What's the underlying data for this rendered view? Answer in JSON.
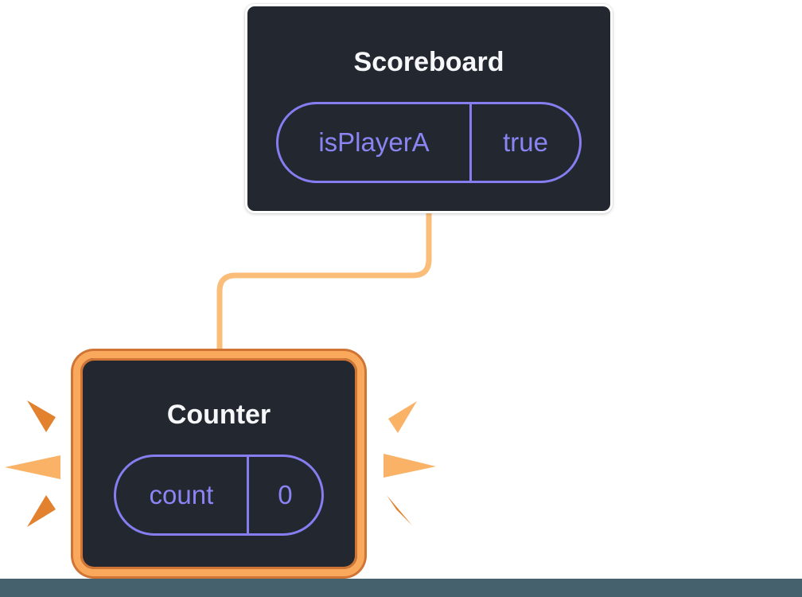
{
  "diagram": {
    "parent_node": {
      "title": "Scoreboard",
      "state": {
        "name": "isPlayerA",
        "value": "true"
      }
    },
    "child_node": {
      "title": "Counter",
      "state": {
        "name": "count",
        "value": "0"
      }
    },
    "colors": {
      "node_background": "#23272f",
      "node_border_default": "#ffffff",
      "state_accent_purple": "#867ef0",
      "state_text_purple": "#8b84f3",
      "highlight_border_orange": "#f9a85c",
      "highlight_outline_dark_orange": "#cf7434",
      "connector_orange": "#fbbd7a",
      "burst_dark_orange": "#e2822f",
      "burst_light_orange": "#f9b266",
      "bottom_band_teal": "#45616d"
    }
  }
}
